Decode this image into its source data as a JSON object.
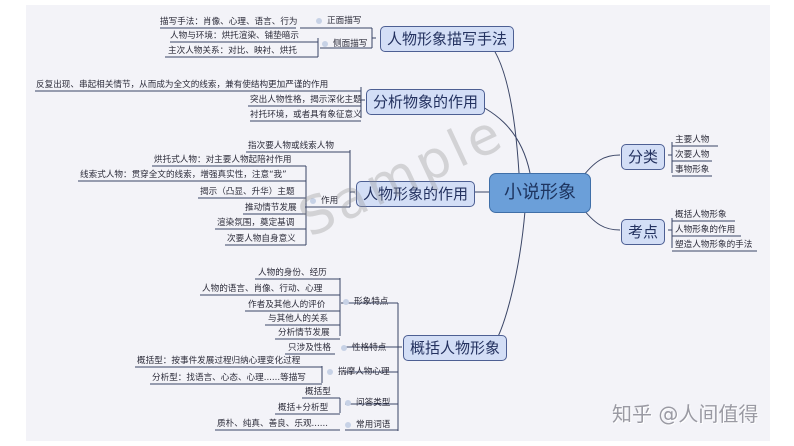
{
  "central": {
    "label": "小说形象"
  },
  "branches": {
    "miaoxie": {
      "label": "人物形象描写手法",
      "groups": [
        {
          "label": "正面描写",
          "items": [
            "描写手法：肖像、心理、语言、行为"
          ]
        },
        {
          "label": "侧面描写",
          "items": [
            "人物与环境：烘托渲染、铺垫暗示",
            "主次人物关系：对比、映衬、烘托"
          ]
        }
      ]
    },
    "wuxiang": {
      "label": "分析物象的作用",
      "items": [
        "反复出现、串起相关情节，从而成为全文的线索，兼有使结构更加严谨的作用",
        "突出人物性格，揭示深化主题",
        "衬托环境，或者具有象征意义"
      ]
    },
    "zuoyong": {
      "label": "人物形象的作用",
      "top_item": "指次要人物或线索人物",
      "group_label": "作用",
      "items": [
        "烘托式人物：对主要人物起陪衬作用",
        "线索式人物：贯穿全文的线索，增强真实性，注意“我”",
        "揭示（凸显、升华）主题",
        "推动情节发展",
        "渲染氛围，奠定基调",
        "次要人物自身意义"
      ]
    },
    "gaikuo": {
      "label": "概括人物形象",
      "groups": [
        {
          "label": "形象特点",
          "items": [
            "人物的身份、经历",
            "人物的语言、肖像、行动、心理",
            "作者及其他人的评价",
            "与其他人的关系",
            "分析情节发展"
          ]
        },
        {
          "label": "性格特点",
          "items": [
            "只涉及性格"
          ]
        },
        {
          "label": "揣摩人物心理",
          "items": [
            "概括型：按事件发展过程归纳心理变化过程",
            "分析型：找语言、心态、心理......等描写"
          ]
        },
        {
          "label": "问答类型",
          "items": [
            "概括型",
            "概括+分析型"
          ]
        },
        {
          "label": "常用词语",
          "items": [
            "质朴、纯真、善良、乐观......"
          ]
        }
      ]
    },
    "fenlei": {
      "label": "分类",
      "items": [
        "主要人物",
        "次要人物",
        "事物形象"
      ]
    },
    "kaodian": {
      "label": "考点",
      "items": [
        "概括人物形象",
        "人物形象的作用",
        "塑造人物形象的手法"
      ]
    }
  },
  "watermark": "Sample",
  "credit": "知乎 @人间值得",
  "colors": {
    "central_fill": "#6b9fd9",
    "subtopic_fill": "#d3def6",
    "line": "#3a4566",
    "panel": "#f3f3f8"
  }
}
